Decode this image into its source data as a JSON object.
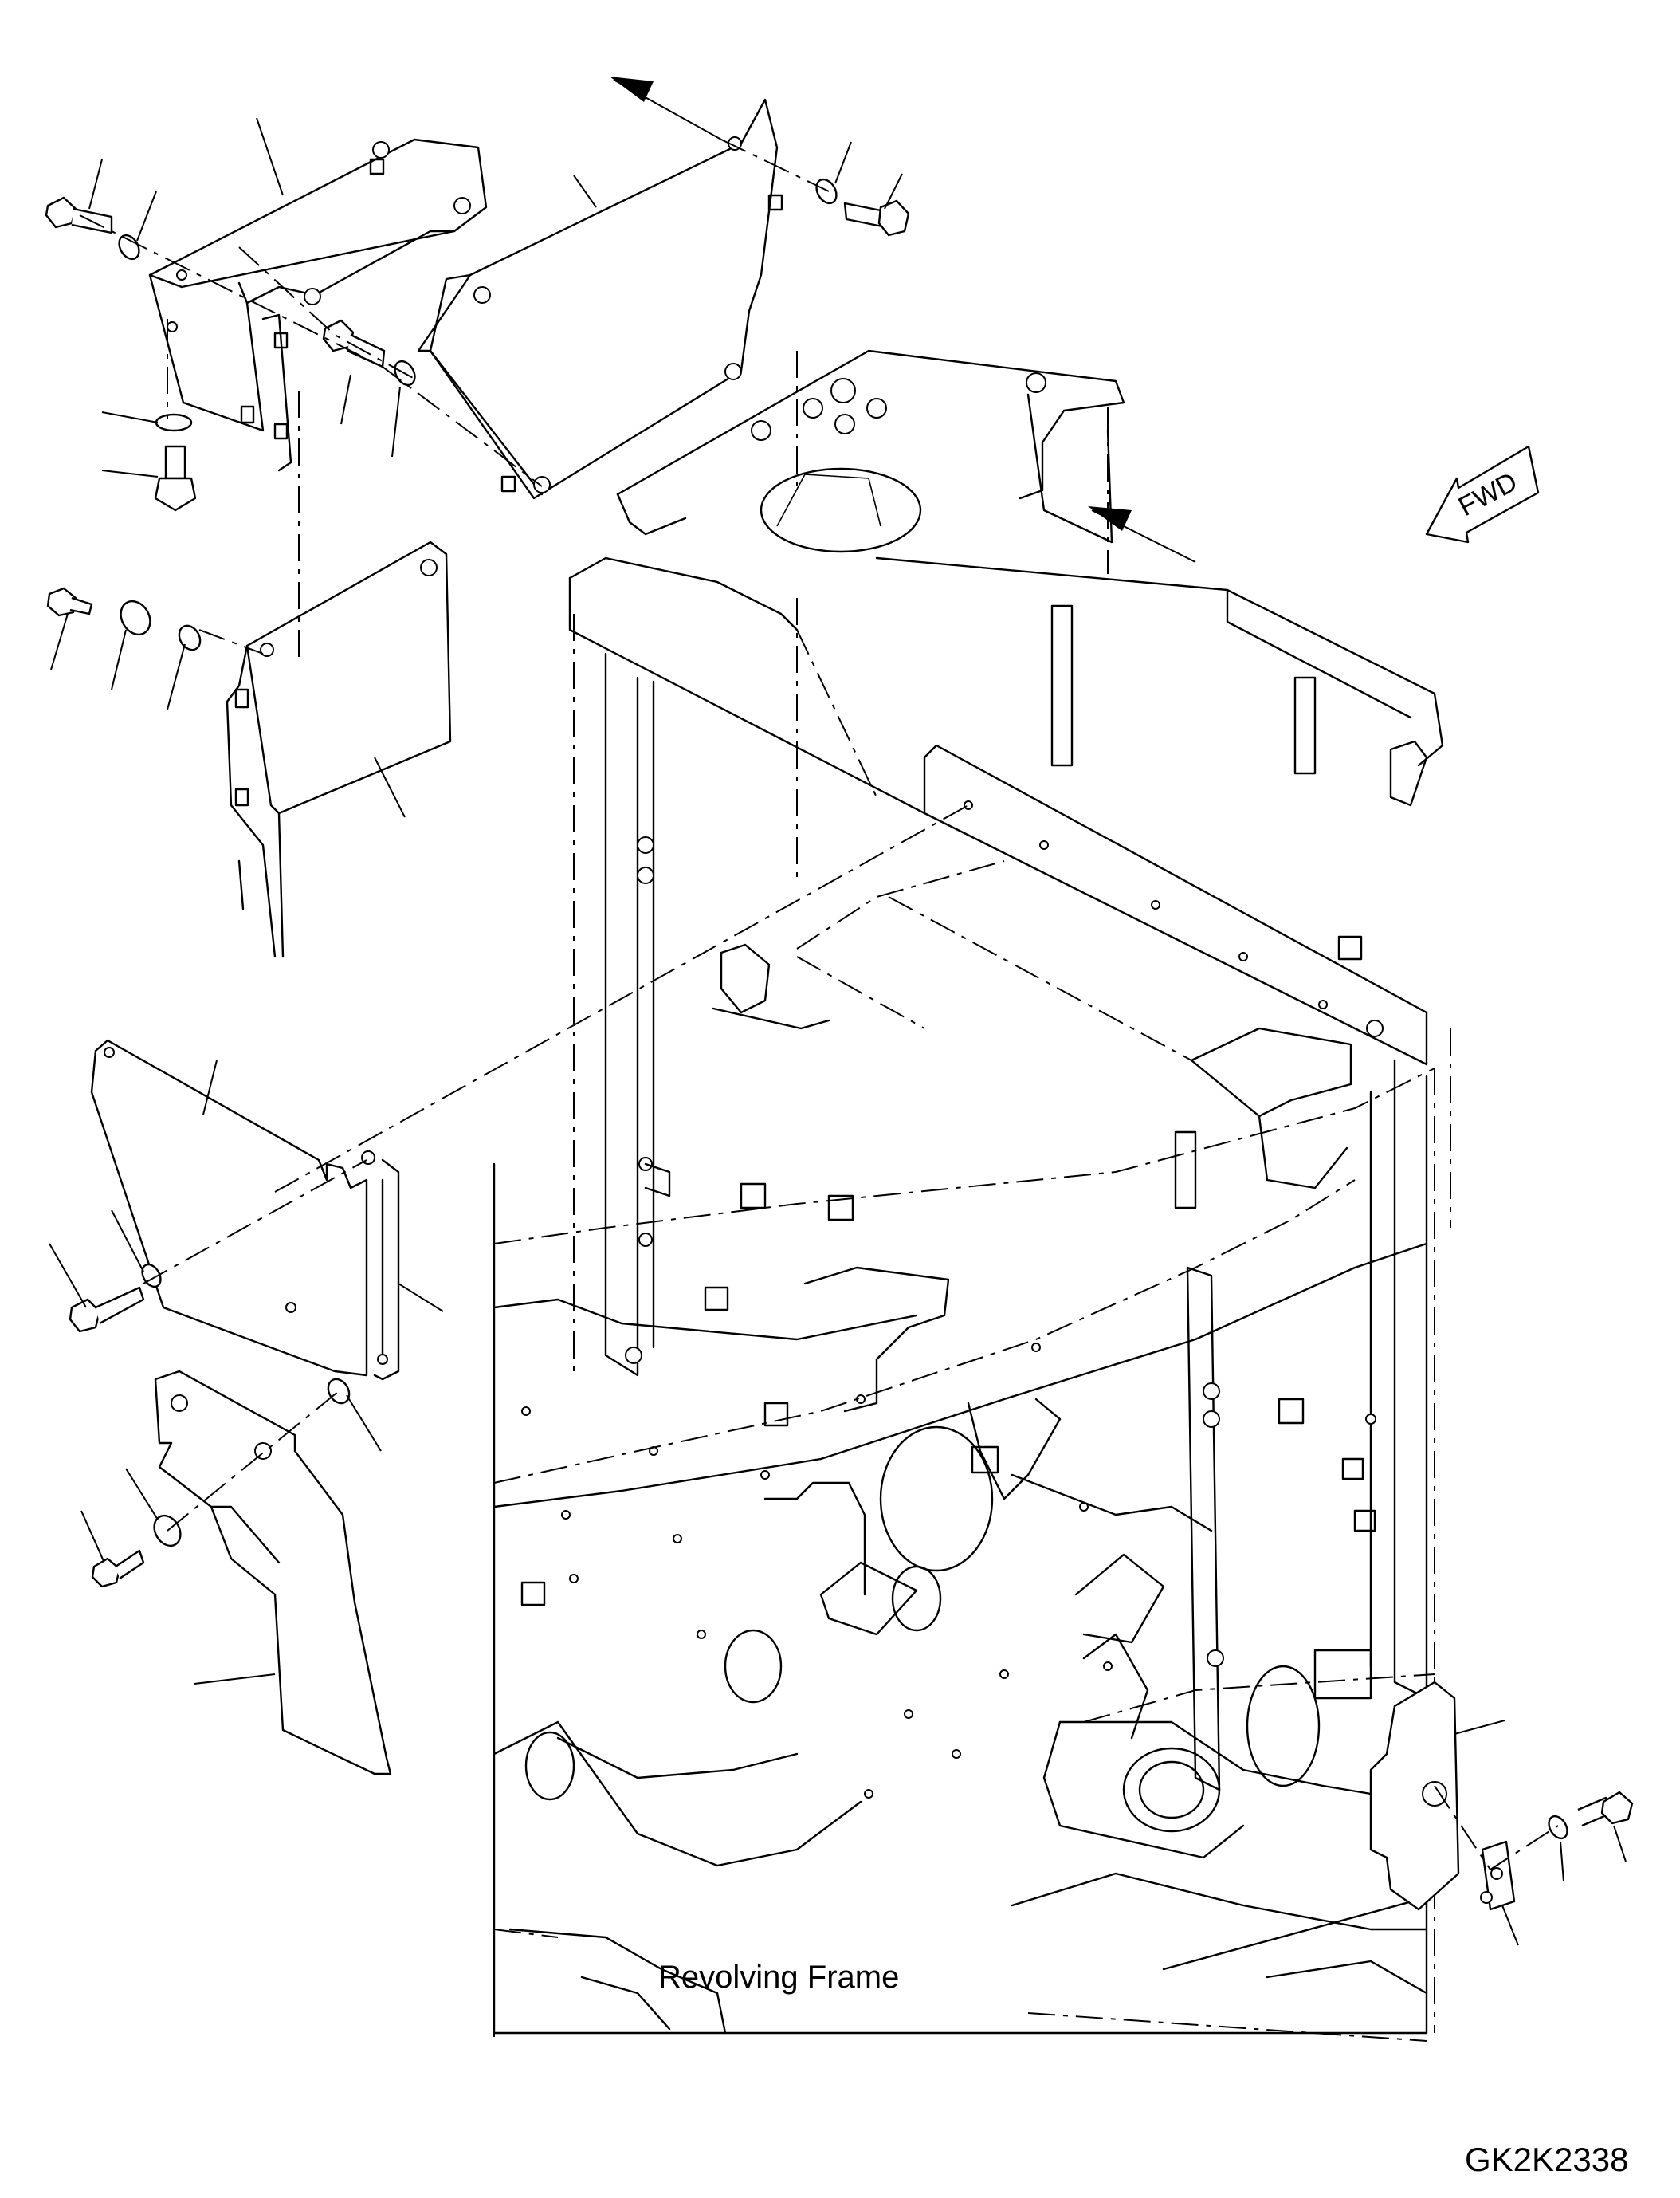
{
  "diagram": {
    "assembly_label": "Revolving Frame",
    "drawing_number": "GK2K2338",
    "direction_indicator": "FWD",
    "icons": [
      "fwd-arrow-icon",
      "direction-arrow-icon"
    ],
    "colors": {
      "line": "#000000",
      "background": "#ffffff"
    }
  }
}
